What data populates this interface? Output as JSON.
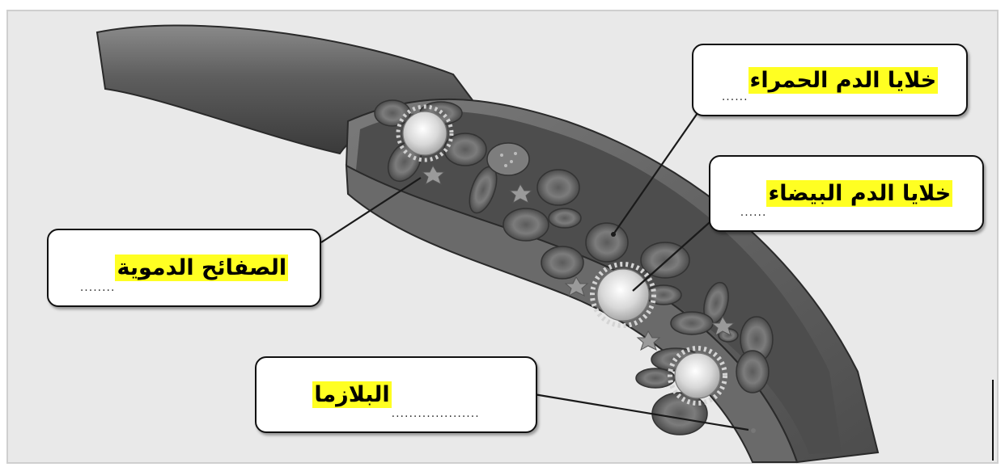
{
  "labels": {
    "red_blood_cells": "خلايا الدم الحمراء",
    "white_blood_cells": "خلايا الدم البيضاء",
    "platelets": "الصفائح الدموية",
    "plasma": "البلازما"
  },
  "dots": {
    "red_blood_cells": "......",
    "white_blood_cells": "......",
    "platelets": "........",
    "plasma": "...................."
  },
  "colors": {
    "highlight": "#ffff22",
    "background": "#e9e9e9",
    "vessel_wall": "#5a5a5a",
    "cell": "#6e6e6e"
  },
  "icons": {
    "vessel": "blood-vessel-cutaway",
    "white_cell": "spiky-white-blood-cell",
    "platelet": "platelet-star"
  }
}
